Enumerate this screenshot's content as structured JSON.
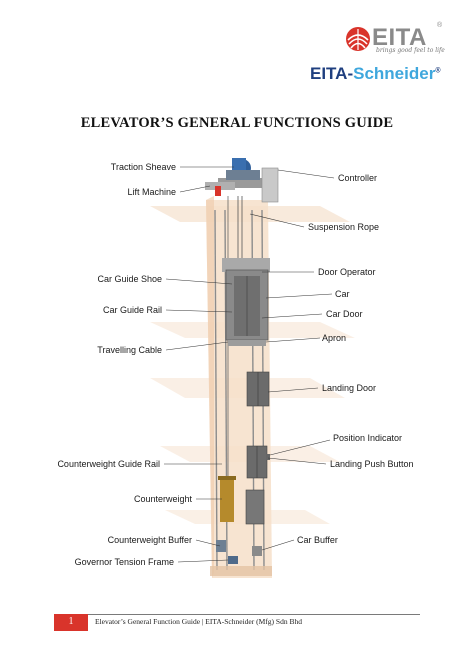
{
  "header": {
    "logo_primary": "EITA",
    "logo_primary_reg": "®",
    "logo_tagline": "brings good feel to life",
    "logo_secondary_a": "EITA-",
    "logo_secondary_b": "Schneider",
    "logo_secondary_reg": "®"
  },
  "title": "ELEVATOR’S GENERAL FUNCTIONS GUIDE",
  "labels": {
    "traction_sheave": "Traction Sheave",
    "lift_machine": "Lift Machine",
    "controller": "Controller",
    "suspension_rope": "Suspension Rope",
    "car_guide_shoe": "Car Guide Shoe",
    "door_operator": "Door Operator",
    "car": "Car",
    "car_guide_rail": "Car Guide Rail",
    "car_door": "Car Door",
    "apron": "Apron",
    "travelling_cable": "Travelling Cable",
    "landing_door": "Landing Door",
    "position_indicator": "Position Indicator",
    "counterweight_guide_rail": "Counterweight Guide Rail",
    "landing_push_button": "Landing Push Button",
    "counterweight": "Counterweight",
    "counterweight_buffer": "Counterweight Buffer",
    "car_buffer": "Car Buffer",
    "governor_tension_frame": "Governor Tension Frame"
  },
  "footer": {
    "page_number": "1",
    "text": "Elevator’s General Function Guide  |  EITA-Schneider (Mfg) Sdn Bhd"
  },
  "colors": {
    "brand_red": "#d9342b",
    "brand_blue": "#1f3f7f",
    "brand_light_blue": "#3fa7dd",
    "shaft_tint": "#f6dfc9"
  }
}
